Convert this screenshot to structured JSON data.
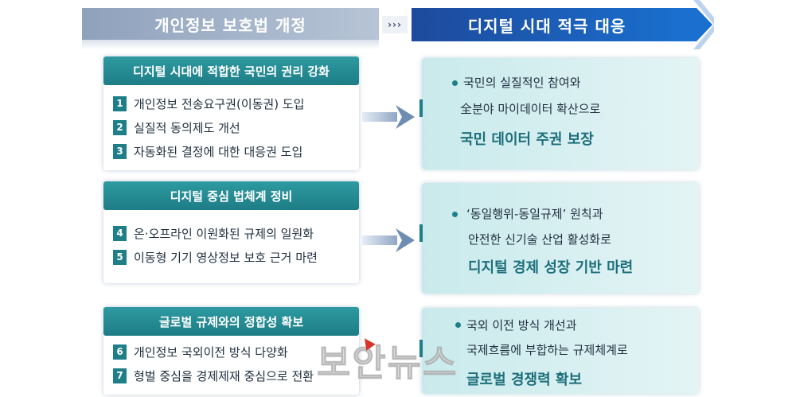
{
  "headers": {
    "left": "개인정보 보호법 개정",
    "dots": "›››",
    "right": "디지털 시대 적극 대응"
  },
  "sections": [
    {
      "title": "디지털 시대에 적합한 국민의 권리 강화",
      "items": [
        {
          "num": "1",
          "text": "개인정보 전송요구권(이동권) 도입"
        },
        {
          "num": "2",
          "text": "실질적 동의제도 개선"
        },
        {
          "num": "3",
          "text": "자동화된 결정에 대한 대응권 도입"
        }
      ],
      "outcome": {
        "line1": "국민의 실질적인  참여와",
        "line2": "全분야 마이데이터 확산으로",
        "strong": "국민 데이터 주권 보장"
      }
    },
    {
      "title": "디지털 중심 법체계 정비",
      "items": [
        {
          "num": "4",
          "text": "온·오프라인 이원화된 규제의 일원화"
        },
        {
          "num": "5",
          "text": "이동형 기기 영상정보 보호 근거 마련"
        }
      ],
      "outcome": {
        "line1": "‘동일행위-동일규제’ 원칙과",
        "line2": "안전한 신기술 산업 활성화로",
        "strong": "디지털 경제 성장 기반 마련"
      }
    },
    {
      "title": "글로벌 규제와의 정합성 확보",
      "items": [
        {
          "num": "6",
          "text": "개인정보 국외이전 방식 다양화"
        },
        {
          "num": "7",
          "text": "형벌 중심을 경제제재 중심으로 전환"
        }
      ],
      "outcome": {
        "line1": "국외 이전 방식 개선과",
        "line2": "국제흐름에 부합하는 규제체계로",
        "strong": "글로벌 경쟁력 확보"
      }
    }
  ],
  "watermark": "보안뉴스",
  "colors": {
    "teal": "#1f7f89",
    "navy": "#1d4a9c",
    "gray_header": "#8fa2bc",
    "outcome_bg": "#d4eef0"
  }
}
